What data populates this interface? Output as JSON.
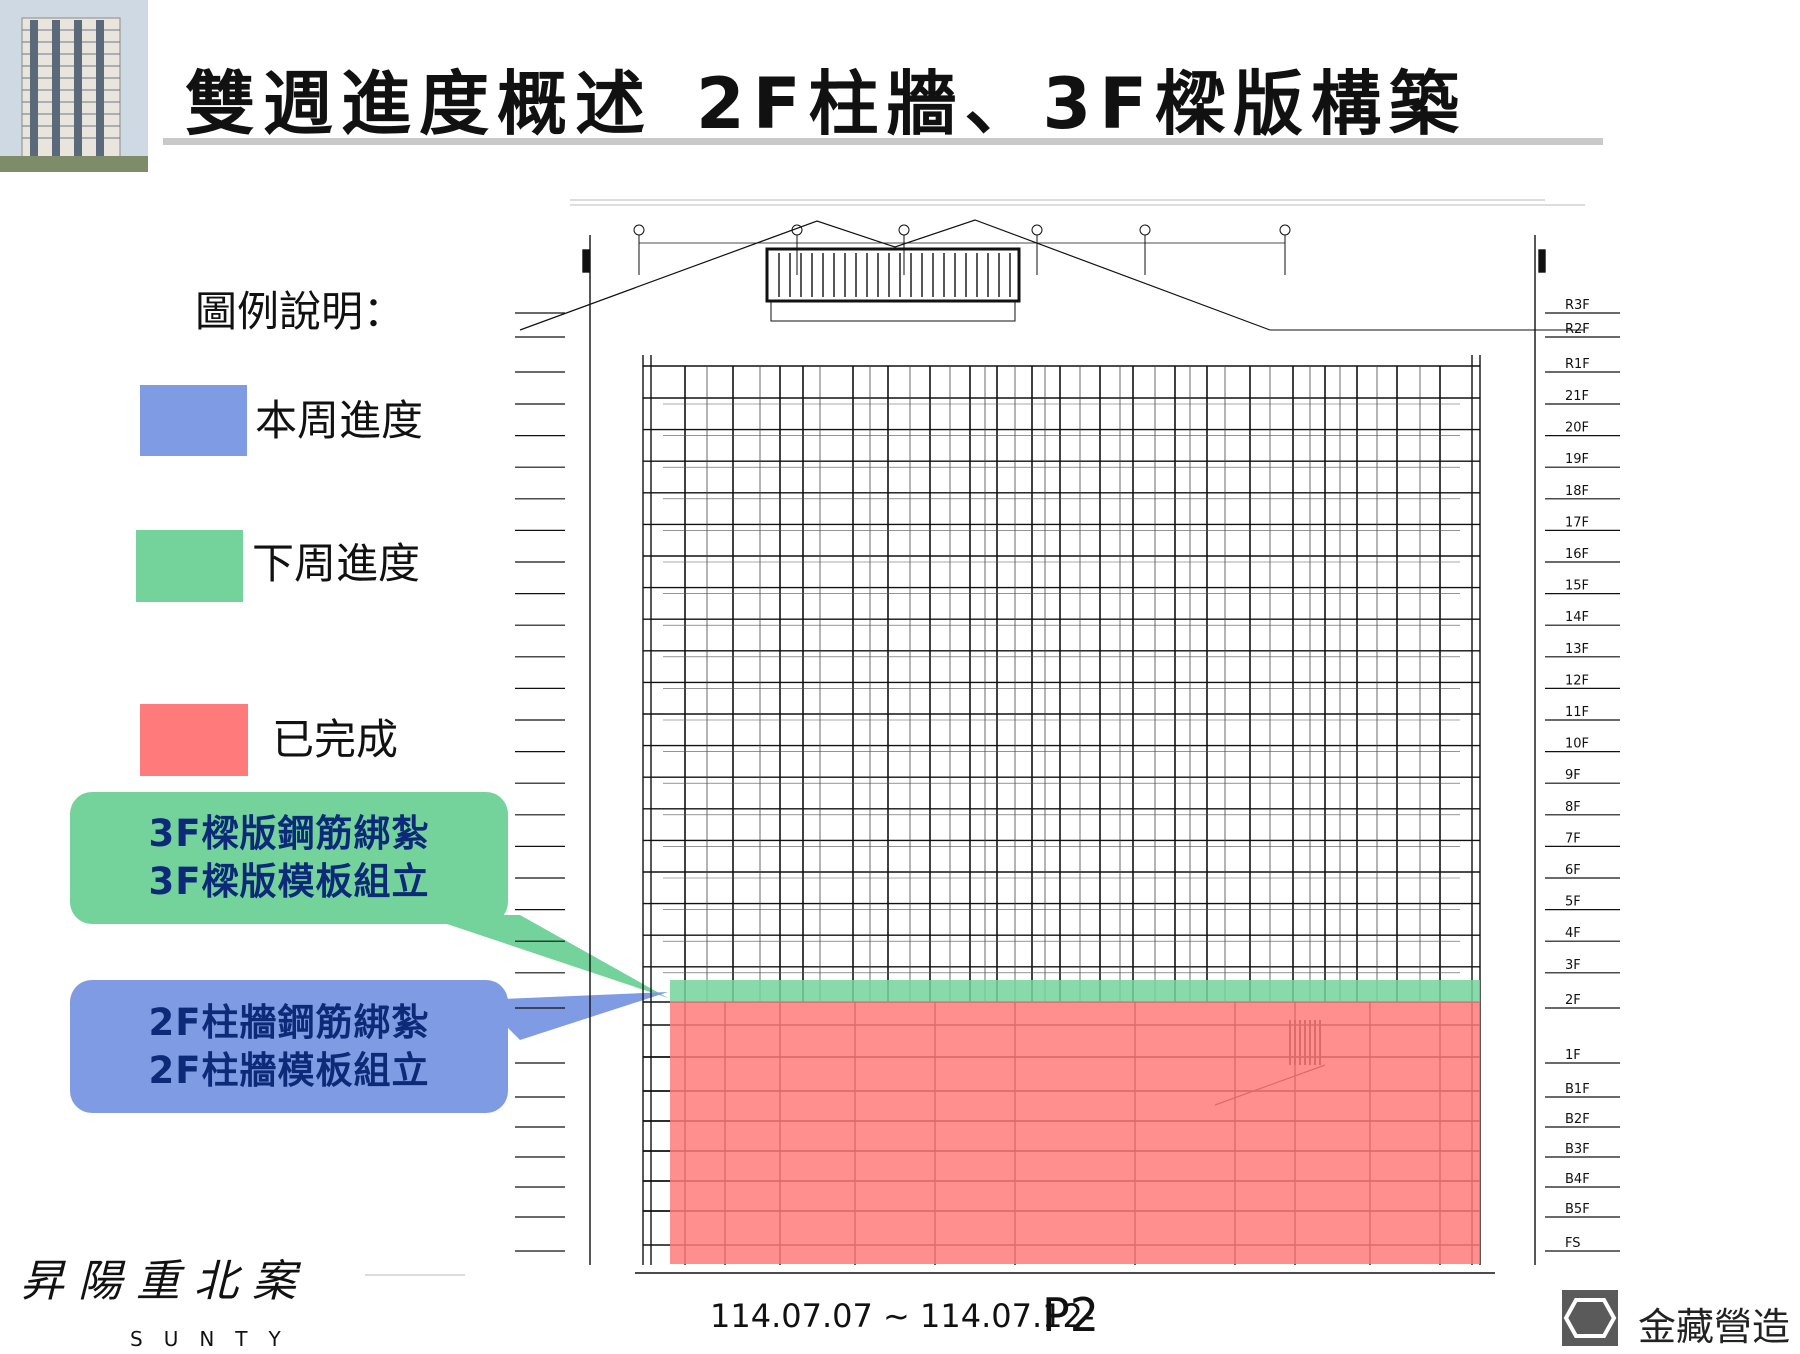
{
  "title": "雙週進度概述_2F柱牆、3F樑版構築",
  "legend": {
    "heading": "圖例說明：",
    "items": [
      {
        "label": "本周進度",
        "color": "#7f9be4"
      },
      {
        "label": "下周進度",
        "color": "#74d39b"
      },
      {
        "label": "已完成",
        "color": "#ff7b7b"
      }
    ]
  },
  "callouts": {
    "next_week": {
      "lines": [
        "3F樑版鋼筋綁紮",
        "3F樑版模板組立"
      ],
      "color": "#74d39b"
    },
    "this_week": {
      "lines": [
        "2F柱牆鋼筋綁紮",
        "2F柱牆模板組立"
      ],
      "color": "#7f9be4"
    }
  },
  "elevation": {
    "floor_labels": [
      "R3F",
      "R2F",
      "R1F",
      "21F",
      "20F",
      "19F",
      "18F",
      "17F",
      "16F",
      "15F",
      "14F",
      "13F",
      "12F",
      "11F",
      "10F",
      "9F",
      "8F",
      "7F",
      "6F",
      "5F",
      "4F",
      "3F",
      "2F",
      "1F",
      "B1F",
      "B2F",
      "B3F",
      "B4F",
      "B5F",
      "FS"
    ],
    "line_color": "#111111"
  },
  "footer": {
    "date_range": "114.07.07 ~ 114.07.12-",
    "page": "P2",
    "company": "金藏營造",
    "project_logo": {
      "cn": "昇陽重北案",
      "en": "SUNTY"
    }
  }
}
